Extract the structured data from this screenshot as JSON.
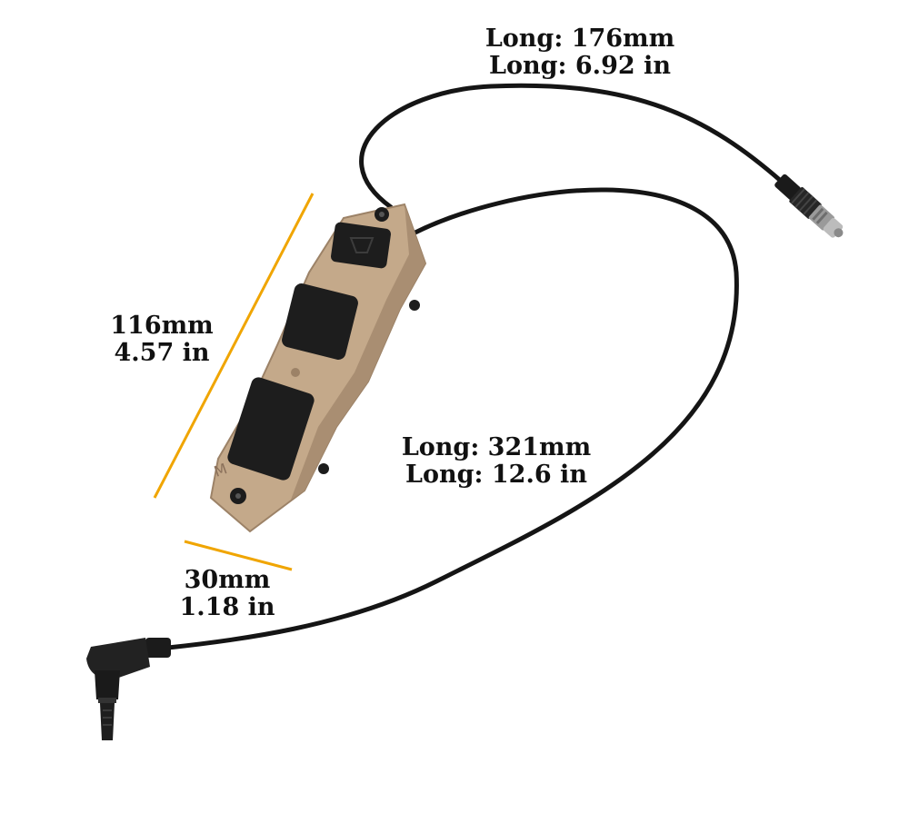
{
  "colors": {
    "background": "#ffffff",
    "cable": "#151515",
    "body": "#c4a98a",
    "body_shadow": "#9c8267",
    "button": "#1d1d1d",
    "dimension_line": "#f0a500",
    "text": "#111111"
  },
  "annotations": {
    "upper_cable": {
      "line1": "Long: 176mm",
      "line2": "Long: 6.92 in"
    },
    "lower_cable": {
      "line1": "Long: 321mm",
      "line2": "Long: 12.6 in"
    },
    "switch_length": {
      "line1": "116mm",
      "line2": "4.57 in"
    },
    "switch_width": {
      "line1": "30mm",
      "line2": "1.18 in"
    }
  },
  "product_marking": "M"
}
